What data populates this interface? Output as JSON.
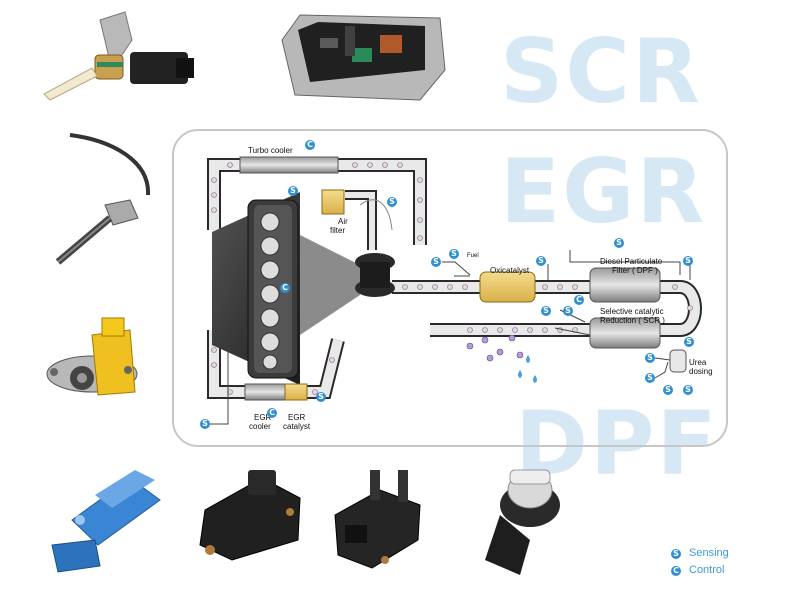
{
  "watermarks": [
    "SCR",
    "EGR",
    "DPF"
  ],
  "diagram": {
    "turbo_cooler": "Turbo cooler",
    "air_filter_line1": "Air",
    "air_filter_line2": "filter",
    "fuel": "Fuel",
    "oxicatalyst": "Oxicatalyst",
    "dpf_line1": "Diesel Particulate",
    "dpf_line2": "Filter ( DPF )",
    "scr_line1": "Selective catalytic",
    "scr_line2": "Reduction ( SCR )",
    "urea_line1": "Urea",
    "urea_line2": "dosing",
    "egr_cooler_line1": "EGR",
    "egr_cooler_line2": "cooler",
    "egr_catalyst_line1": "EGR",
    "egr_catalyst_line2": "catalyst"
  },
  "markers": {
    "sensing": "S",
    "control": "C"
  },
  "legend": {
    "sensing_symbol": "S",
    "sensing": "Sensing",
    "control_symbol": "C",
    "control": "Control"
  },
  "colors": {
    "accent": "#2f8fd0",
    "watermark": "#d7e8f5",
    "frame": "#c7c7c7"
  }
}
